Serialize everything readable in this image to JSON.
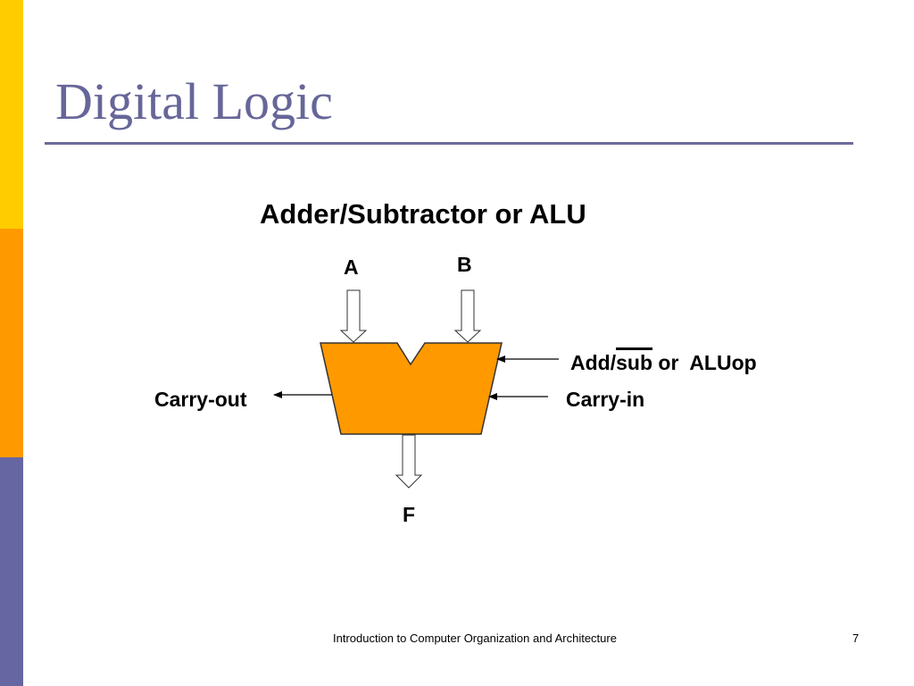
{
  "slide": {
    "title": "Digital Logic",
    "subtitle": "Adder/Subtractor or ALU"
  },
  "diagram": {
    "input_a": "A",
    "input_b": "B",
    "output_f": "F",
    "carry_out": "Carry-out",
    "carry_in": "Carry-in",
    "control": {
      "prefix": "Add/",
      "overlined": "sub",
      "suffix": "or  ALUop"
    },
    "alu_fill": "#FF9900",
    "alu_stroke": "#333333"
  },
  "footer": {
    "text": "Introduction to Computer Organization and Architecture",
    "page_number": "7"
  },
  "theme": {
    "bar_colors": [
      "#FFCC00",
      "#FF9900",
      "#6666A3"
    ],
    "title_color": "#666699"
  }
}
